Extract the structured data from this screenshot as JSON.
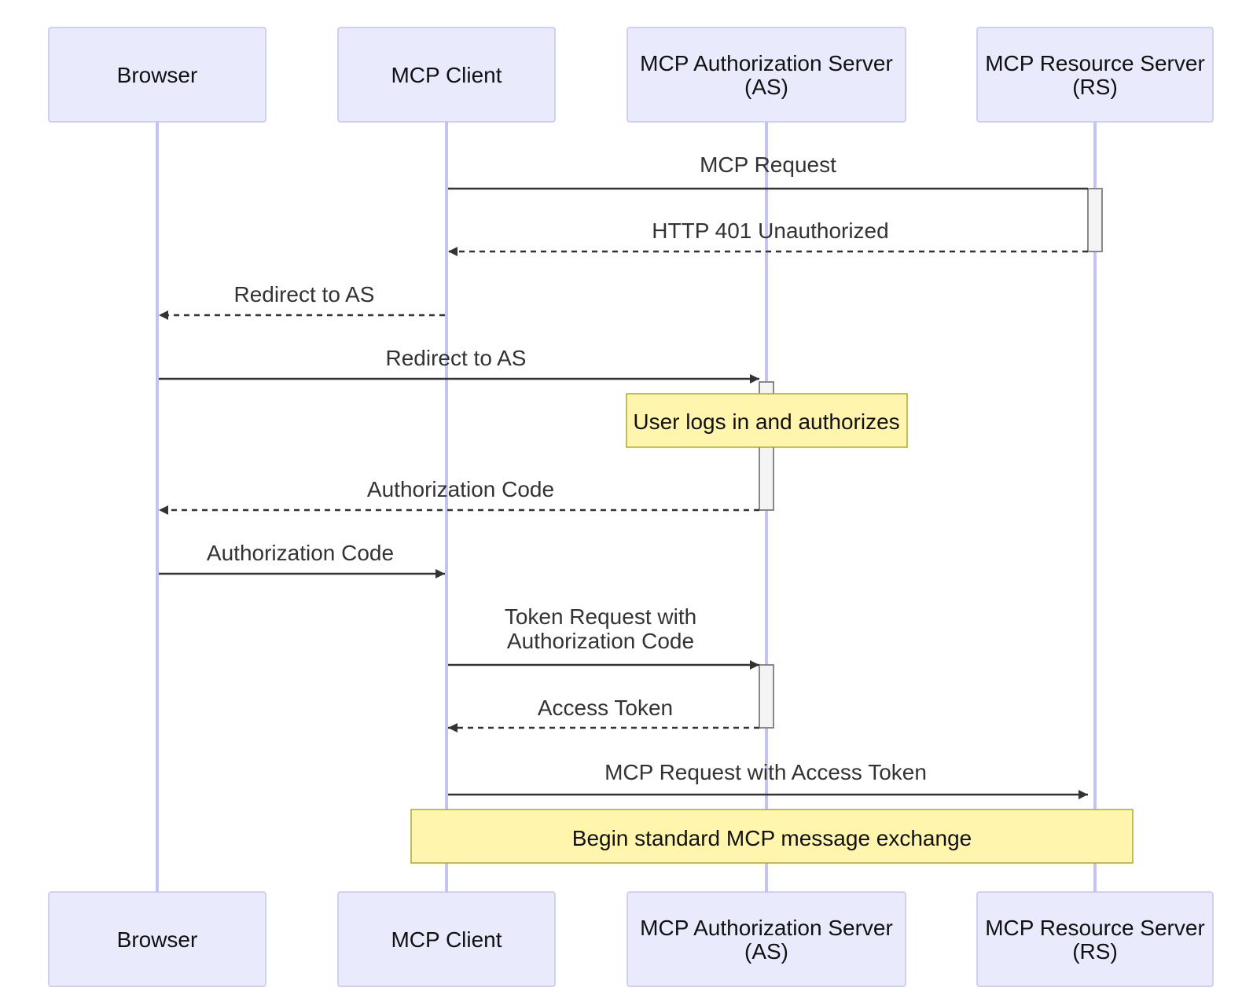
{
  "participants": [
    {
      "id": "browser",
      "lines": [
        "Browser"
      ]
    },
    {
      "id": "client",
      "lines": [
        "MCP Client"
      ]
    },
    {
      "id": "as",
      "lines": [
        "MCP Authorization Server",
        "(AS)"
      ]
    },
    {
      "id": "rs",
      "lines": [
        "MCP Resource Server",
        "(RS)"
      ]
    }
  ],
  "messages": [
    {
      "id": "mcp-request",
      "from": "client",
      "to": "rs",
      "style": "solid",
      "lines": [
        "MCP Request"
      ]
    },
    {
      "id": "http-401",
      "from": "rs",
      "to": "client",
      "style": "dashed",
      "lines": [
        "HTTP 401 Unauthorized"
      ]
    },
    {
      "id": "redirect-to-as-1",
      "from": "client",
      "to": "browser",
      "style": "dashed",
      "lines": [
        "Redirect to AS"
      ]
    },
    {
      "id": "redirect-to-as-2",
      "from": "browser",
      "to": "as",
      "style": "solid",
      "lines": [
        "Redirect to AS"
      ]
    },
    {
      "id": "authorization-code-1",
      "from": "as",
      "to": "browser",
      "style": "dashed",
      "lines": [
        "Authorization Code"
      ]
    },
    {
      "id": "authorization-code-2",
      "from": "browser",
      "to": "client",
      "style": "solid",
      "lines": [
        "Authorization Code"
      ]
    },
    {
      "id": "token-request",
      "from": "client",
      "to": "as",
      "style": "solid",
      "lines": [
        "Token Request with",
        "Authorization Code"
      ]
    },
    {
      "id": "access-token",
      "from": "as",
      "to": "client",
      "style": "dashed",
      "lines": [
        "Access Token"
      ]
    },
    {
      "id": "mcp-request-with-token",
      "from": "client",
      "to": "rs",
      "style": "solid",
      "lines": [
        "MCP Request with Access Token"
      ]
    }
  ],
  "notes": [
    {
      "id": "user-logs-in",
      "over": [
        "as"
      ],
      "text": "User logs in and authorizes"
    },
    {
      "id": "begin-exchange",
      "over": [
        "client",
        "rs"
      ],
      "text": "Begin standard MCP message exchange"
    }
  ]
}
